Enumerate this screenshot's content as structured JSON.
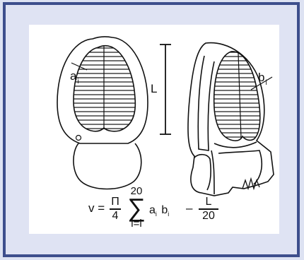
{
  "figure": {
    "background_color": "#dde2f2",
    "border_color": "#3d4e8c",
    "panel_color": "#ffffff",
    "labels": {
      "a_main": "a",
      "a_sub": "i",
      "b_main": "b",
      "b_sub": "i",
      "length": "L"
    },
    "formula": {
      "lhs": "v =",
      "pi_numerator": "Π",
      "pi_denominator": "4",
      "sum_upper": "20",
      "sum_symbol": "∑",
      "sum_lower": "i=l",
      "term_a": "a",
      "term_a_sub": "i",
      "term_b": "b",
      "term_b_sub": "i",
      "minus": "–",
      "l_numerator": "L",
      "l_denominator": "20"
    }
  }
}
